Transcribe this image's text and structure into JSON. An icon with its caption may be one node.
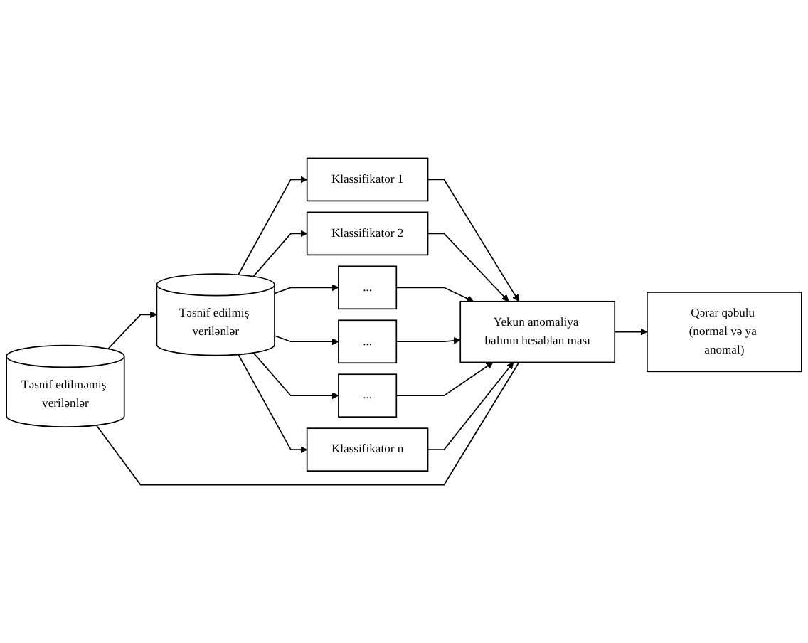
{
  "diagram": {
    "nodes": [
      {
        "text": [
          "Təsnif edilməmiş verilənlər"
        ]
      },
      {
        "text": [
          "Təsnif edilmiş verilənlər"
        ]
      },
      {
        "text": [
          "Klassifikator 1"
        ]
      },
      {
        "text": [
          "Klassifikator 2"
        ]
      },
      {
        "text": [
          "..."
        ]
      },
      {
        "text": [
          "..."
        ]
      },
      {
        "text": [
          "..."
        ]
      },
      {
        "text": [
          "Klassifikator n"
        ]
      },
      {
        "text": [
          "Yekun anomaliya balının hesablan ması"
        ]
      },
      {
        "text": [
          "Qərar qəbulu (normal və ya anomal)"
        ]
      }
    ],
    "edges": [
      {
        "from": 0,
        "to": 1,
        "arrow": "to"
      },
      {
        "from": 1,
        "to": 2,
        "arrow": "to"
      },
      {
        "from": 1,
        "to": 3,
        "arrow": "to"
      },
      {
        "from": 1,
        "to": 4,
        "arrow": "to"
      },
      {
        "from": 1,
        "to": 5,
        "arrow": "to"
      },
      {
        "from": 1,
        "to": 6,
        "arrow": "to"
      },
      {
        "from": 1,
        "to": 7,
        "arrow": "to"
      },
      {
        "from": 2,
        "to": 8,
        "arrow": "to"
      },
      {
        "from": 3,
        "to": 8,
        "arrow": "to"
      },
      {
        "from": 4,
        "to": 8,
        "arrow": "to"
      },
      {
        "from": 5,
        "to": 8,
        "arrow": "to"
      },
      {
        "from": 6,
        "to": 8,
        "arrow": "to"
      },
      {
        "from": 7,
        "to": 8,
        "arrow": "to"
      },
      {
        "from": 8,
        "to": 9,
        "arrow": "to"
      },
      {
        "from": 8,
        "to": 0,
        "arrow": "none"
      }
    ]
  }
}
